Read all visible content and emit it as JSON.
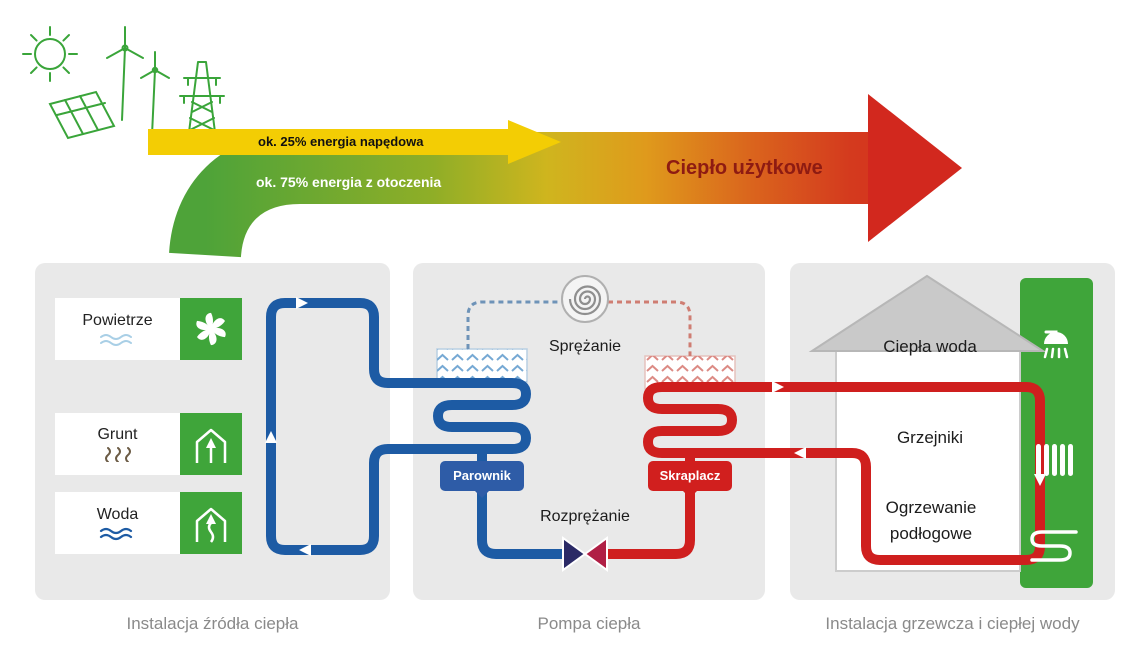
{
  "energy_flow": {
    "drive_energy": "ok. 25% energia napędowa",
    "ambient_energy": "ok. 75% energia z otoczenia",
    "useful_heat": "Ciepło użytkowe"
  },
  "source_panel": {
    "caption": "Instalacja źródła ciepła",
    "rows": [
      {
        "label": "Powietrze",
        "icon": "fan-icon"
      },
      {
        "label": "Grunt",
        "icon": "ground-probe-house-icon"
      },
      {
        "label": "Woda",
        "icon": "water-house-icon"
      }
    ]
  },
  "heat_pump_panel": {
    "caption": "Pompa ciepła",
    "compression_label": "Sprężanie",
    "expansion_label": "Rozprężanie",
    "evaporator_label": "Parownik",
    "condenser_label": "Skraplacz"
  },
  "heating_panel": {
    "caption": "Instalacja grzewcza i ciepłej wody",
    "items": [
      {
        "label": "Ciepła woda",
        "icon": "shower-icon"
      },
      {
        "label": "Grzejniki",
        "icon": "radiator-icon"
      },
      {
        "label": "Ogrzewanie podłogowe",
        "icon": "floor-heating-icon"
      }
    ]
  },
  "colors": {
    "green": "#3fa53a",
    "yellow": "#f3cd04",
    "red": "#d2281e",
    "cold_pipe_blue": "#1d5ba4",
    "hot_pipe_red": "#cf1f1e",
    "panel_gray": "#e9e9e9"
  }
}
